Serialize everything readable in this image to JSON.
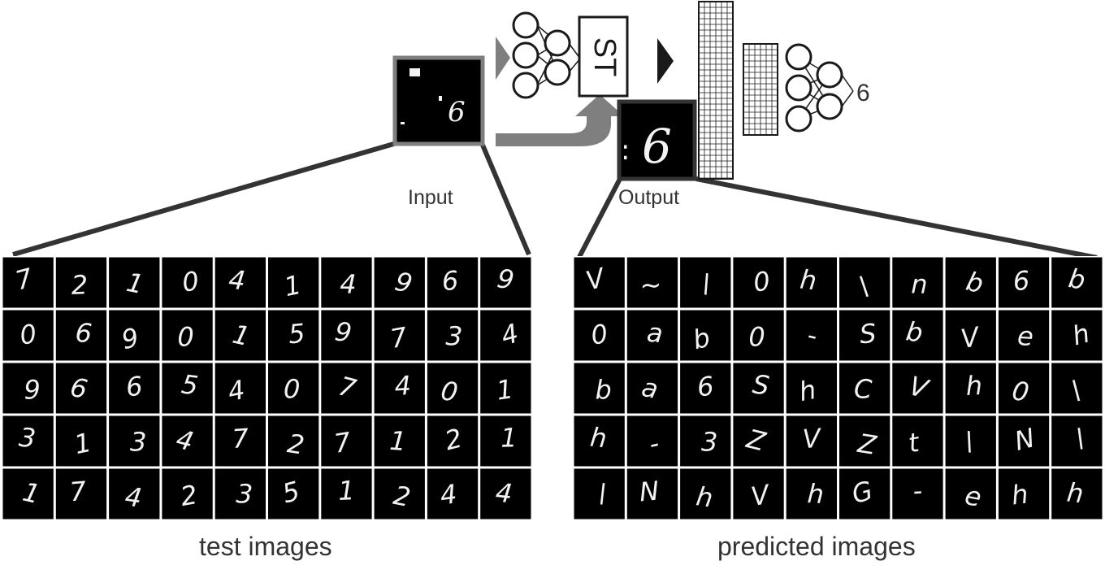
{
  "diagram": {
    "input_label": "Input",
    "output_label": "Output",
    "st_label": "ST",
    "class_label": "6",
    "test_caption": "test images",
    "predicted_caption": "predicted images"
  },
  "thumbnails": {
    "input_digits": "6",
    "output_digits": "6"
  },
  "test_grid": [
    [
      "7",
      "2",
      "1",
      "0",
      "4",
      "1",
      "4",
      "9",
      "6",
      "9"
    ],
    [
      "0",
      "6",
      "9",
      "0",
      "1",
      "5",
      "9",
      "7",
      "3",
      "4"
    ],
    [
      "9",
      "6",
      "6",
      "5",
      "4",
      "0",
      "7",
      "4",
      "0",
      "1"
    ],
    [
      "3",
      "1",
      "3",
      "4",
      "7",
      "2",
      "7",
      "1",
      "2",
      "1"
    ],
    [
      "1",
      "7",
      "4",
      "2",
      "3",
      "5",
      "1",
      "2",
      "4",
      "4"
    ]
  ],
  "predicted_grid": [
    [
      "V",
      "~",
      "\\",
      "0",
      "h",
      "\\",
      "n",
      "b",
      "6",
      "b"
    ],
    [
      "0",
      "a",
      "b",
      "0",
      "-",
      "S",
      "b",
      "V",
      "e",
      "h"
    ],
    [
      "b",
      "a",
      "6",
      "S",
      "h",
      "C",
      "V",
      "h",
      "0",
      "\\"
    ],
    [
      "h",
      "-",
      "3",
      "Z",
      "V",
      "Z",
      "t",
      "\\",
      "N",
      "\\"
    ],
    [
      "\\",
      "N",
      "h",
      "V",
      "h",
      "G",
      "-",
      "e",
      "h",
      "h"
    ]
  ],
  "colors": {
    "frame_dark": "#333333",
    "frame_gray": "#7f7f7f",
    "arrow_gray": "#7f7f7f",
    "digit_white": "#f2f2f2",
    "cell_black": "#000000",
    "text": "#333333"
  }
}
